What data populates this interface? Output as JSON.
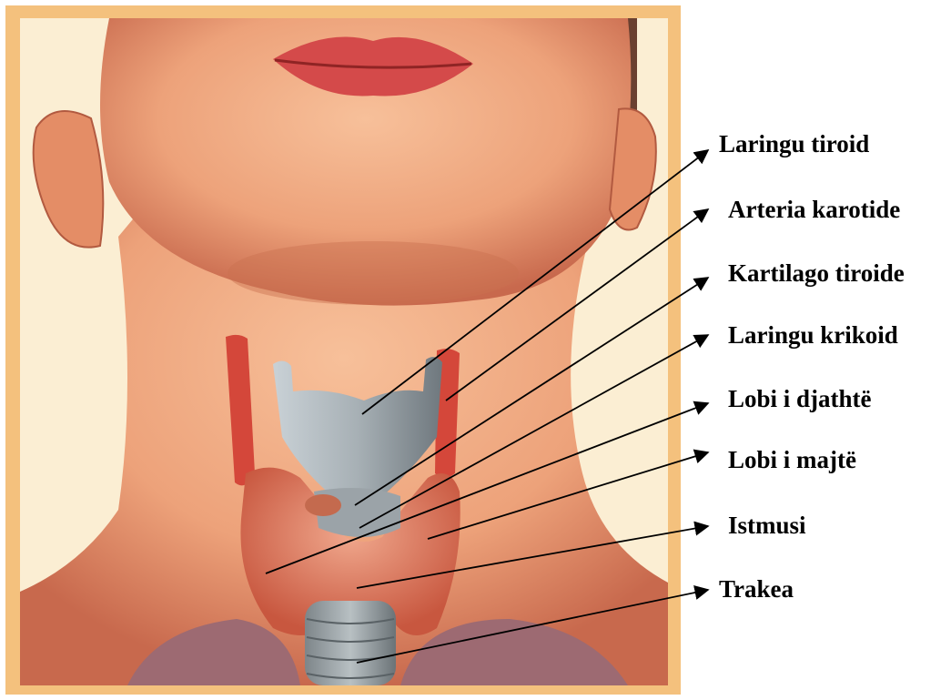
{
  "colors": {
    "frame": "#f4c17d",
    "skin": "#f0a679",
    "skin_shadow": "#d07a5a",
    "background": "#f9ecd0",
    "hair": "#6a4030",
    "cartilage": "#9aa3a8",
    "thyroid": "#d9775a",
    "artery": "#d4473a",
    "lungs": "#9d6a72",
    "lips": "#d44a4a",
    "pointer": "#000000"
  },
  "labels": [
    {
      "id": "laringu-tiroid",
      "text": "Laringu tiroid"
    },
    {
      "id": "arteria-karotide",
      "text": "Arteria karotide"
    },
    {
      "id": "kartilago-tiroide",
      "text": "Kartilago tiroide"
    },
    {
      "id": "laringu-krikoid",
      "text": "Laringu krikoid"
    },
    {
      "id": "lobi-djathte",
      "text": "Lobi i djathtë"
    },
    {
      "id": "lobi-majte",
      "text": "Lobi i majtë"
    },
    {
      "id": "istmusi",
      "text": "Istmusi"
    },
    {
      "id": "trakea",
      "text": "Trakea"
    }
  ]
}
